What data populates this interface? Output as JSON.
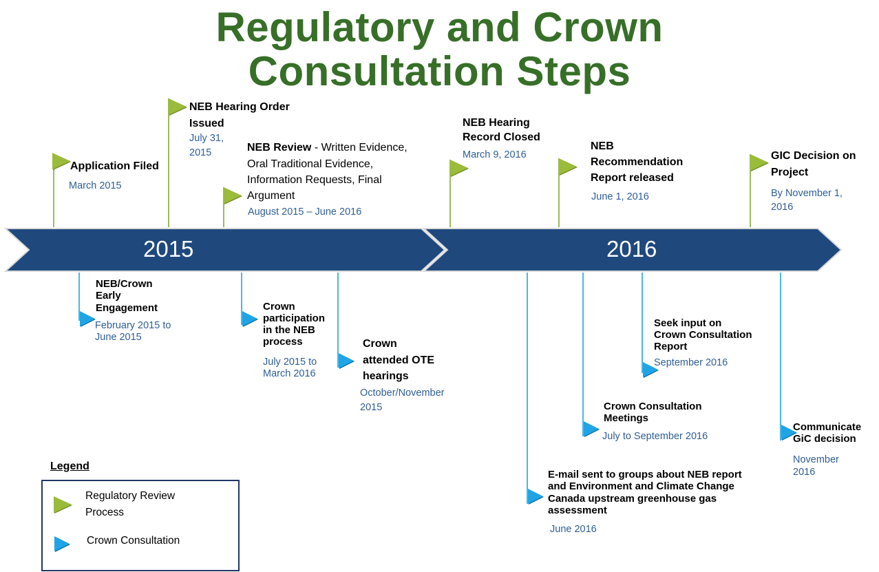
{
  "title": {
    "line1": "Regulatory and Crown",
    "line2": "Consultation Steps"
  },
  "timeline": {
    "year1": "2015",
    "year2": "2016",
    "arrow_color": "#1f497d"
  },
  "regulatory_steps": [
    {
      "title": "Application Filed",
      "date": "March 2015"
    },
    {
      "title_line1": "NEB Hearing Order",
      "title_line2": "Issued",
      "date_line1": "July 31,",
      "date_line2": "2015"
    },
    {
      "title_bold": "NEB Review",
      "title_rest": " - Written Evidence,",
      "line2": "Oral Traditional Evidence,",
      "line3": "Information Requests, Final",
      "line4": "Argument",
      "date": "August 2015 – June 2016"
    },
    {
      "title_line1": "NEB Hearing",
      "title_line2": "Record Closed",
      "date": "March 9, 2016"
    },
    {
      "title_line1": "NEB",
      "title_line2": "Recommendation",
      "title_line3": "Report released",
      "date": "June 1, 2016"
    },
    {
      "title_line1": "GIC Decision on",
      "title_line2": "Project",
      "date_line1": "By November 1,",
      "date_line2": "2016"
    }
  ],
  "crown_steps": [
    {
      "title_line1": "NEB/Crown",
      "title_line2": "Early",
      "title_line3": "Engagement",
      "date_line1": "February 2015 to",
      "date_line2": "June 2015"
    },
    {
      "title_line1": "Crown",
      "title_line2": "participation",
      "title_line3": "in the NEB",
      "title_line4": "process",
      "date_line1": "July 2015 to",
      "date_line2": "March 2016"
    },
    {
      "title_line1": "Crown",
      "title_line2": "attended OTE",
      "title_line3": "hearings",
      "date_line1": "October/November",
      "date_line2": "2015"
    },
    {
      "title_line1": "E-mail sent to groups about NEB report",
      "title_line2": "and Environment and Climate Change",
      "title_line3": "Canada upstream greenhouse gas",
      "title_line4": "assessment",
      "date": "June 2016"
    },
    {
      "title_line1": "Crown Consultation",
      "title_line2": "Meetings",
      "date": "July to September 2016"
    },
    {
      "title_line1": "Seek input on",
      "title_line2": "Crown Consultation",
      "title_line3": "Report",
      "date": "September 2016"
    },
    {
      "title_line1": "Communicate",
      "title_line2": "GiC decision",
      "date_line1": "November",
      "date_line2": "2016"
    }
  ],
  "legend": {
    "title": "Legend",
    "regulatory_line1": "Regulatory Review",
    "regulatory_line2": "Process",
    "crown": "Crown Consultation",
    "regulatory_color": "#9bbb3a",
    "crown_color": "#1fa5e6"
  }
}
